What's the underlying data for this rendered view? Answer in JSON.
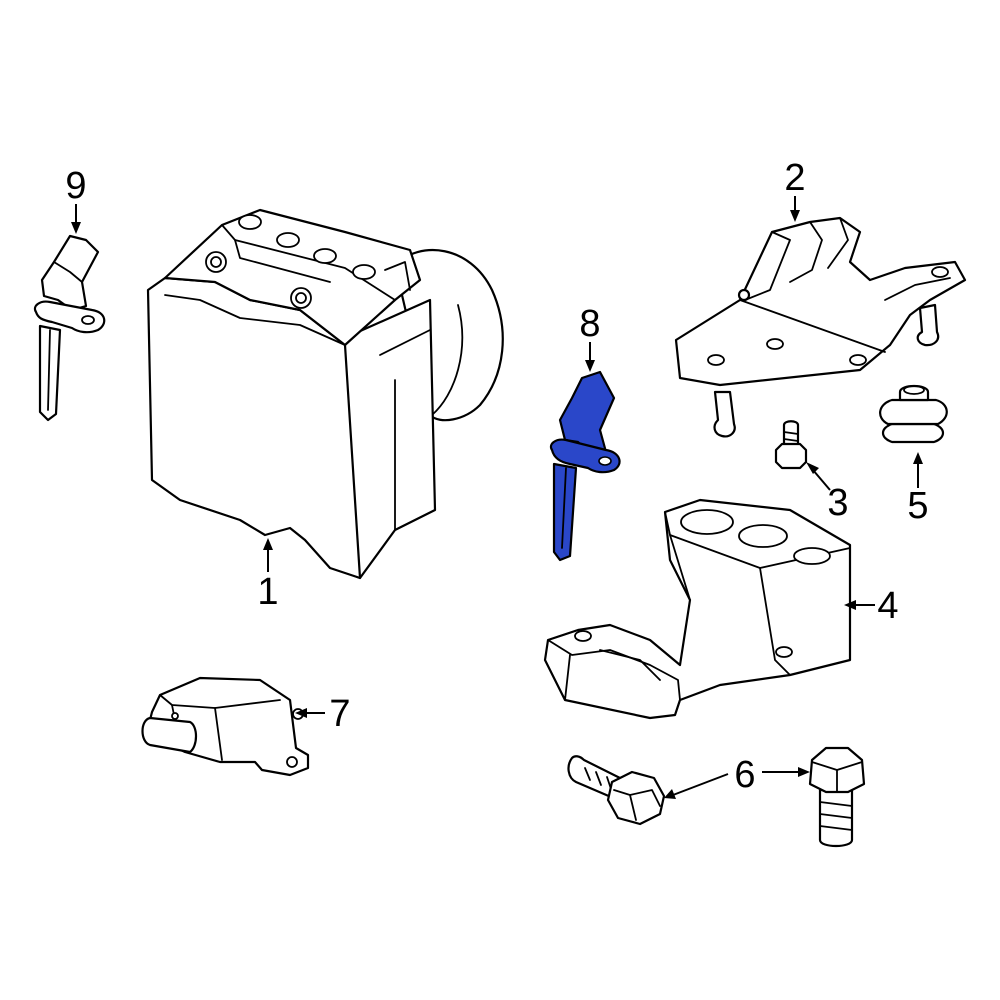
{
  "callouts": {
    "c1": "1",
    "c2": "2",
    "c3": "3",
    "c4": "4",
    "c5": "5",
    "c6": "6",
    "c7": "7",
    "c8": "8",
    "c9": "9"
  },
  "colors": {
    "highlight": "#2a47c9",
    "line": "#000000",
    "background": "#ffffff"
  }
}
